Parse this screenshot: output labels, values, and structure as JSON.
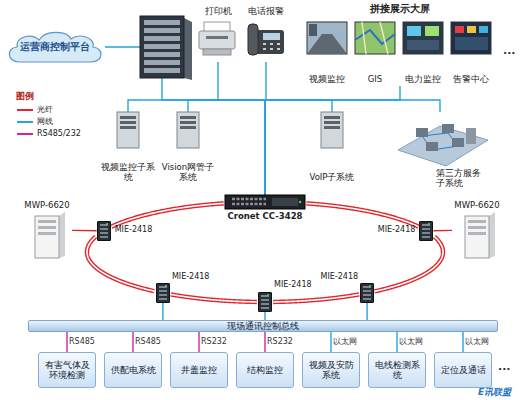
{
  "diagram": {
    "nodes": [
      {
        "text": [
          "运营商控制平台"
        ]
      },
      {
        "text": [
          "打印机"
        ]
      },
      {
        "text": [
          "电话报警"
        ]
      },
      {
        "text": [
          "拼接展示大屏"
        ]
      },
      {
        "text": [
          "视频监控"
        ],
        "in": 3
      },
      {
        "text": [
          "GIS"
        ],
        "in": 3
      },
      {
        "text": [
          "电力监控"
        ],
        "in": 3
      },
      {
        "text": [
          "告警中心"
        ],
        "in": 3
      },
      {
        "text": [
          "视频监控子系统"
        ]
      },
      {
        "text": [
          "Vision网管子系统"
        ]
      },
      {
        "text": [
          "VoIP子系统"
        ]
      },
      {
        "text": [
          "第三方服务子系统"
        ]
      },
      {
        "text": [
          "Cronet CC-3428"
        ]
      },
      {
        "text": [
          "MWP-6620"
        ]
      },
      {
        "text": [
          "MWP-6620"
        ]
      },
      {
        "text": [
          "MIE-2418"
        ]
      },
      {
        "text": [
          "MIE-2418"
        ]
      },
      {
        "text": [
          "MIE-2418"
        ]
      },
      {
        "text": [
          "MIE-2418"
        ]
      },
      {
        "text": [
          "MIE-2418"
        ]
      },
      {
        "text": [
          "现场通讯控制总线"
        ]
      },
      {
        "text": [
          "有害气体及环境检测"
        ]
      },
      {
        "text": [
          "供配电系统"
        ]
      },
      {
        "text": [
          "井盖监控"
        ]
      },
      {
        "text": [
          "结构监控"
        ]
      },
      {
        "text": [
          "视频及安防系统"
        ]
      },
      {
        "text": [
          "电线检测系统"
        ]
      },
      {
        "text": [
          "定位及通话"
        ]
      }
    ],
    "edges": [
      {
        "from": 12,
        "to": 0,
        "arrow": "none"
      },
      {
        "from": 12,
        "to": 1,
        "arrow": "none"
      },
      {
        "from": 12,
        "to": 2,
        "arrow": "none"
      },
      {
        "from": 12,
        "to": 3,
        "arrow": "none"
      },
      {
        "from": 12,
        "to": 8,
        "arrow": "none"
      },
      {
        "from": 12,
        "to": 9,
        "arrow": "none"
      },
      {
        "from": 12,
        "to": 10,
        "arrow": "none"
      },
      {
        "from": 12,
        "to": 11,
        "arrow": "none"
      },
      {
        "from": 12,
        "to": 16,
        "arrow": "none"
      },
      {
        "from": 16,
        "to": 19,
        "arrow": "none"
      },
      {
        "from": 19,
        "to": 18,
        "arrow": "none"
      },
      {
        "from": 18,
        "to": 17,
        "arrow": "none"
      },
      {
        "from": 17,
        "to": 15,
        "arrow": "none"
      },
      {
        "from": 15,
        "to": 12,
        "arrow": "none"
      },
      {
        "from": 13,
        "to": 15,
        "arrow": "none"
      },
      {
        "from": 14,
        "to": 16,
        "arrow": "none"
      },
      {
        "from": 17,
        "to": 20,
        "arrow": "none"
      },
      {
        "from": 18,
        "to": 20,
        "arrow": "none"
      },
      {
        "from": 19,
        "to": 20,
        "arrow": "none"
      },
      {
        "from": 20,
        "to": 21,
        "label": "RS485",
        "arrow": "none"
      },
      {
        "from": 20,
        "to": 22,
        "label": "RS485",
        "arrow": "none"
      },
      {
        "from": 20,
        "to": 23,
        "label": "RS232",
        "arrow": "none"
      },
      {
        "from": 20,
        "to": 24,
        "label": "RS232",
        "arrow": "none"
      },
      {
        "from": 20,
        "to": 25,
        "label": "以太网",
        "arrow": "none"
      },
      {
        "from": 20,
        "to": 26,
        "label": "以太网",
        "arrow": "none"
      },
      {
        "from": 20,
        "to": 27,
        "label": "以太网",
        "arrow": "none"
      }
    ],
    "labels": [
      "图例",
      "...",
      "...",
      "E讯联盟"
    ],
    "legend": [
      {
        "text": "光纤"
      },
      {
        "text": "网线"
      },
      {
        "text": "RS485/232"
      }
    ]
  }
}
